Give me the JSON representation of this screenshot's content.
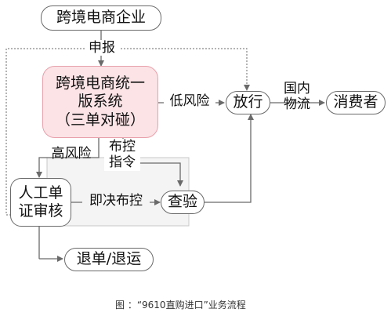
{
  "nodes": {
    "enterprise": "跨境电商企业",
    "platform_line1": "跨境电商统一",
    "platform_line2": "版系统",
    "platform_line3": "（三单对碰）",
    "release": "放行",
    "consumer": "消费者",
    "manual_line1": "人工单",
    "manual_line2": "证审核",
    "inspection": "查验",
    "return": "退单/退运"
  },
  "edge_labels": {
    "declare": "申报",
    "low_risk": "低风险",
    "domestic_line1": "国内",
    "domestic_line2": "物流",
    "high_risk": "高风险",
    "control_line1": "布控",
    "control_line2": "指令",
    "immediate": "即决布控"
  },
  "caption": "图 ：“9610直购进口”业务流程",
  "colors": {
    "platform_fill": "#fbe3e6",
    "platform_border": "#e8a0aa",
    "panel_fill": "#f4f4f4",
    "line": "#6a6a6a"
  }
}
